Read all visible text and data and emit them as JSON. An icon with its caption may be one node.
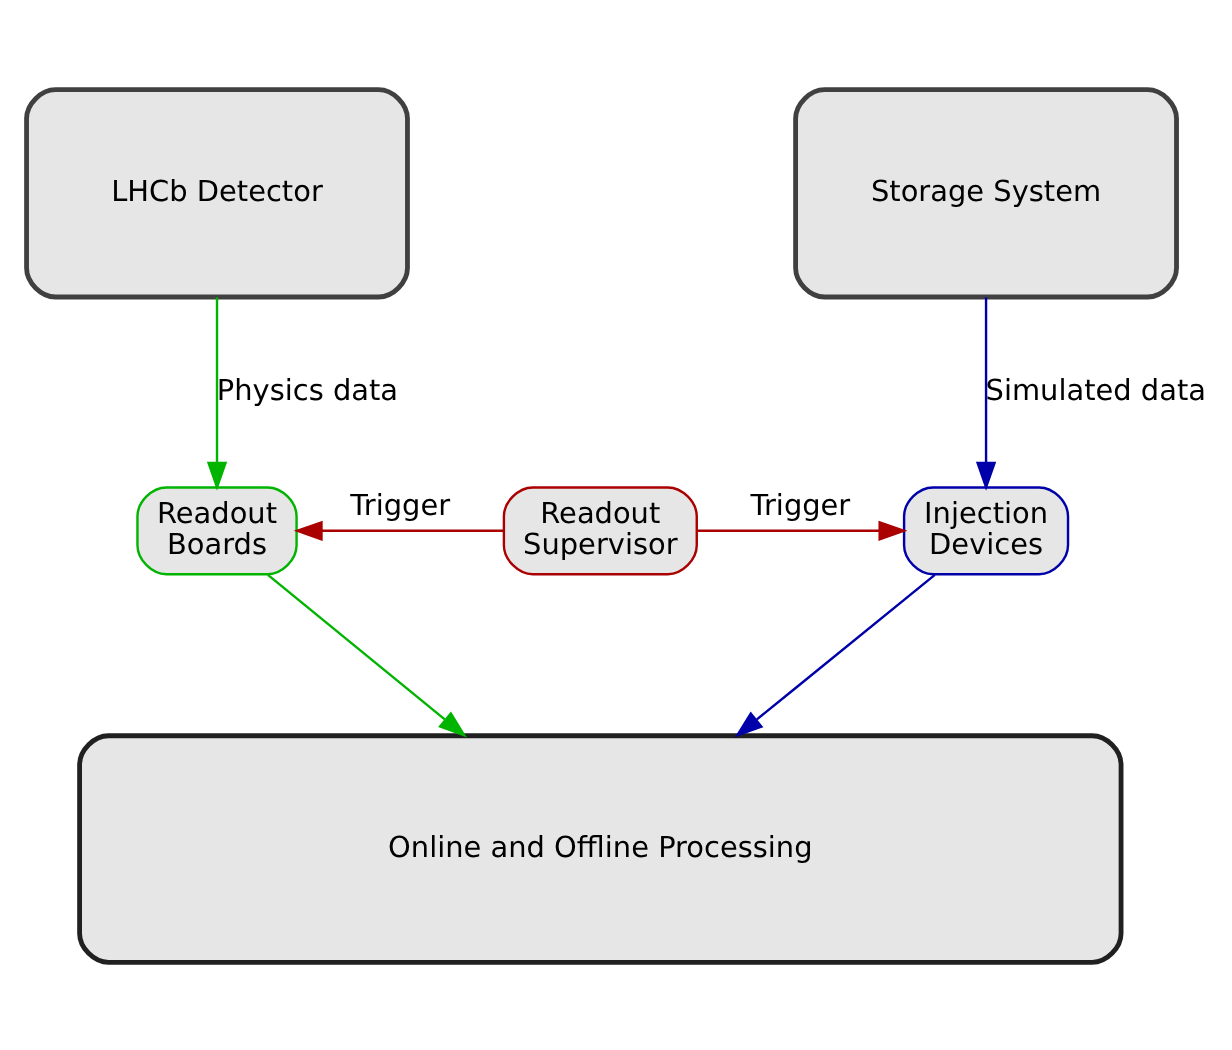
{
  "diagram": {
    "nodes": [
      {
        "text": [
          "LHCb Detector"
        ]
      },
      {
        "text": [
          "Storage System"
        ]
      },
      {
        "text": [
          "Readout Boards"
        ]
      },
      {
        "text": [
          "Readout Supervisor"
        ]
      },
      {
        "text": [
          "Injection Devices"
        ]
      },
      {
        "text": [
          "Online and Offline Processing"
        ]
      }
    ],
    "edges": [
      {
        "from": 0,
        "to": 2,
        "arrow": "to",
        "label": "Physics data",
        "color": "#00b400"
      },
      {
        "from": 1,
        "to": 4,
        "arrow": "to",
        "label": "Simulated data",
        "color": "#0000aa"
      },
      {
        "from": 3,
        "to": 2,
        "arrow": "to",
        "label": "Trigger",
        "color": "#aa0000"
      },
      {
        "from": 3,
        "to": 4,
        "arrow": "to",
        "label": "Trigger",
        "color": "#aa0000"
      },
      {
        "from": 2,
        "to": 5,
        "arrow": "to",
        "color": "#00b400"
      },
      {
        "from": 4,
        "to": 5,
        "arrow": "to",
        "color": "#0000aa"
      }
    ]
  }
}
